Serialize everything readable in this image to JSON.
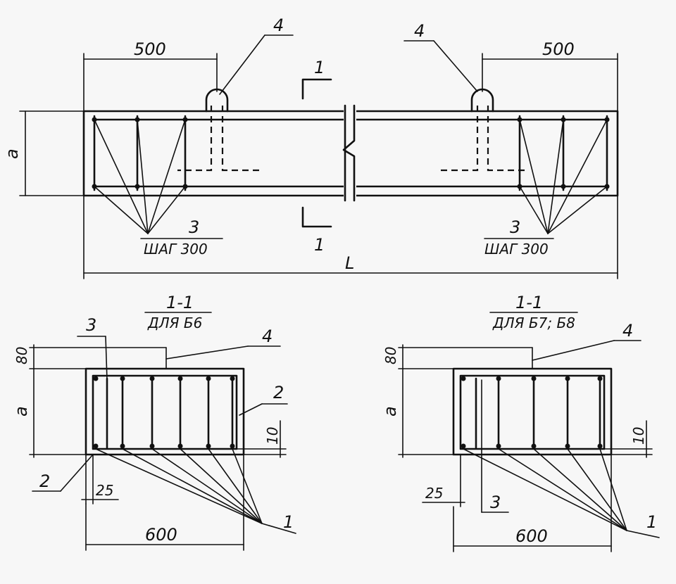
{
  "labels": {
    "dim_500": "500",
    "dim_600": "600",
    "dim_80": "80",
    "dim_10": "10",
    "dim_25": "25",
    "dim_a": "a",
    "dim_L": "L",
    "pos_1": "1",
    "pos_2": "2",
    "pos_3": "3",
    "pos_4": "4",
    "section_mark": "1",
    "step_text": "ШАГ 300",
    "section_title": "1-1",
    "section_left_sub": "ДЛЯ Б6",
    "section_right_sub": "ДЛЯ Б7; Б8"
  }
}
